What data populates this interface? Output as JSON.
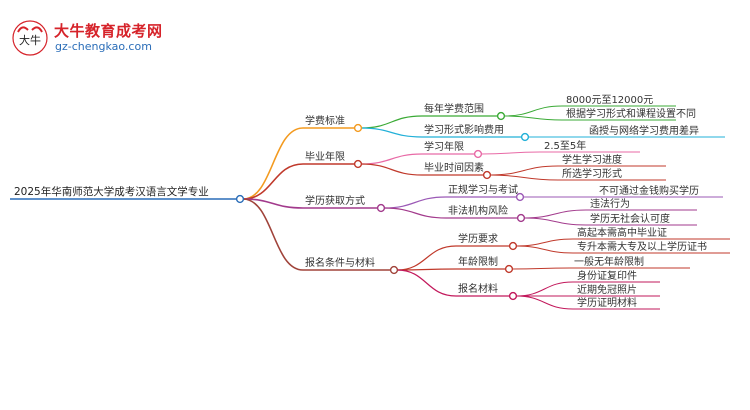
{
  "logo": {
    "title": "大牛教育成考网",
    "url": "gz-chengkao.com",
    "mark_text": "大牛"
  },
  "mindmap": {
    "root": "2025年华南师范大学成考汉语言文学专业",
    "branches": [
      {
        "label": "学费标准",
        "color": "#f39a1f",
        "children": [
          {
            "label": "每年学费范围",
            "color": "#3aaa35",
            "children": [
              "8000元至12000元",
              "根据学习形式和课程设置不同"
            ]
          },
          {
            "label": "学习形式影响费用",
            "color": "#22b0d8",
            "children": [
              "函授与网络学习费用差异"
            ]
          }
        ]
      },
      {
        "label": "毕业年限",
        "color": "#c0392b",
        "children": [
          {
            "label": "学习年限",
            "color": "#e86aa6",
            "children": [
              "2.5至5年"
            ]
          },
          {
            "label": "毕业时间因素",
            "color": "#c0392b",
            "children": [
              "学生学习进度",
              "所选学习形式"
            ]
          }
        ]
      },
      {
        "label": "学历获取方式",
        "color": "#a23a8c",
        "children": [
          {
            "label": "正规学习与考试",
            "color": "#9b59b6",
            "children": [
              "不可通过金钱购买学历"
            ]
          },
          {
            "label": "非法机构风险",
            "color": "#a23a8c",
            "children": [
              "违法行为",
              "学历无社会认可度"
            ]
          }
        ]
      },
      {
        "label": "报名条件与材料",
        "color": "#a0433a",
        "children": [
          {
            "label": "学历要求",
            "color": "#c0392b",
            "children": [
              "高起本需高中毕业证",
              "专升本需大专及以上学历证书"
            ]
          },
          {
            "label": "年龄限制",
            "color": "#c0392b",
            "children": [
              "一般无年龄限制"
            ]
          },
          {
            "label": "报名材料",
            "color": "#c2185b",
            "children": [
              "身份证复印件",
              "近期免冠照片",
              "学历证明材料"
            ]
          }
        ]
      }
    ]
  }
}
